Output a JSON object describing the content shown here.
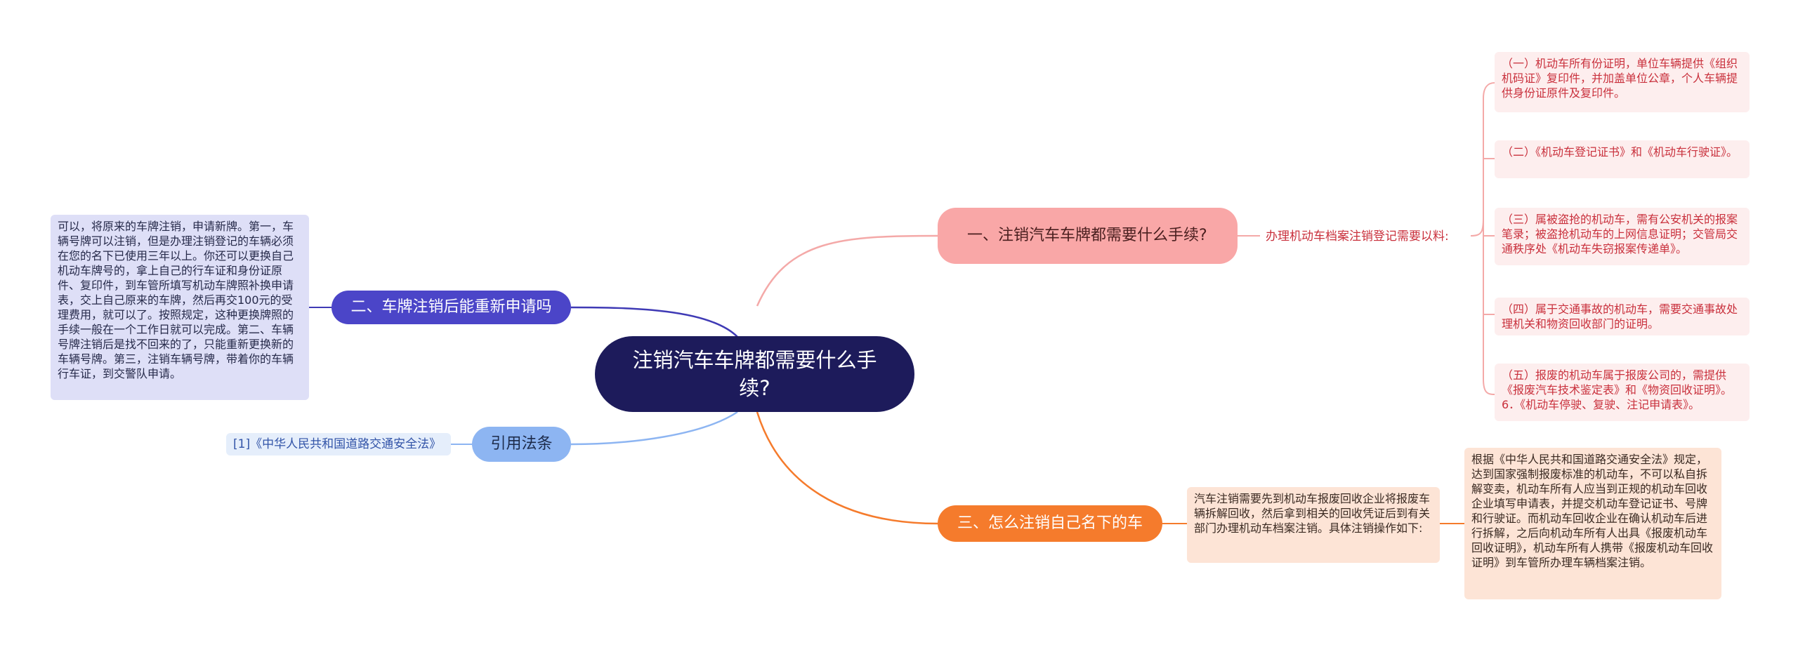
{
  "center": {
    "title": "注销汽车车牌都需要什么手续?"
  },
  "branches": [
    {
      "id": "b1",
      "label": "一、注销汽车车牌都需要什么手续?",
      "color": "#f9a7a7",
      "intermediate": "办理机动车档案注销登记需要以料:",
      "items": [
        "（一）机动车所有份证明，单位车辆提供《组织机码证》复印件，并加盖单位公章，个人车辆提供身份证原件及复印件。",
        "（二）《机动车登记证书》和《机动车行驶证》。",
        "（三）属被盗抢的机动车，需有公安机关的报案笔录；被盗抢机动车的上网信息证明；交管局交通秩序处《机动车失窃报案传递单》。",
        "（四）属于交通事故的机动车，需要交通事故处理机关和物资回收部门的证明。",
        "（五）报废的机动车属于报废公司的，需提供《报废汽车技术鉴定表》和《物资回收证明》。6．《机动车停驶、复驶、注记申请表》。"
      ]
    },
    {
      "id": "b2",
      "label": "二、车牌注销后能重新申请吗",
      "color": "#4b45c8",
      "detail": "可以，将原来的车牌注销，申请新牌。第一，车辆号牌可以注销，但是办理注销登记的车辆必须在您的名下已使用三年以上。你还可以更换自己机动车牌号的，拿上自己的行车证和身份证原件、复印件，到车管所填写机动车牌照补换申请表，交上自己原来的车牌，然后再交100元的受理费用，就可以了。按照规定，这种更换牌照的手续一般在一个工作日就可以完成。第二、车辆号牌注销后是找不回来的了，只能重新更换新的车辆号牌。第三，注销车辆号牌，带着你的车辆行车证，到交警队申请。"
    },
    {
      "id": "b3",
      "label": "引用法条",
      "color": "#8db5f2",
      "detail": "[1]《中华人民共和国道路交通安全法》"
    },
    {
      "id": "b4",
      "label": "三、怎么注销自己名下的车",
      "color": "#f57b2c",
      "intermediate": "汽车注销需要先到机动车报废回收企业将报废车辆拆解回收，然后拿到相关的回收凭证后到有关部门办理机动车档案注销。具体注销操作如下:",
      "detail": "根据《中华人民共和国道路交通安全法》规定，达到国家强制报废标准的机动车，不可以私自拆解变卖，机动车所有人应当到正规的机动车回收企业填写申请表，并提交机动车登记证书、号牌和行驶证。而机动车回收企业在确认机动车后进行拆解，之后向机动车所有人出具《报废机动车回收证明》，机动车所有人携带《报废机动车回收证明》到车管所办理车辆档案注销。"
    }
  ]
}
